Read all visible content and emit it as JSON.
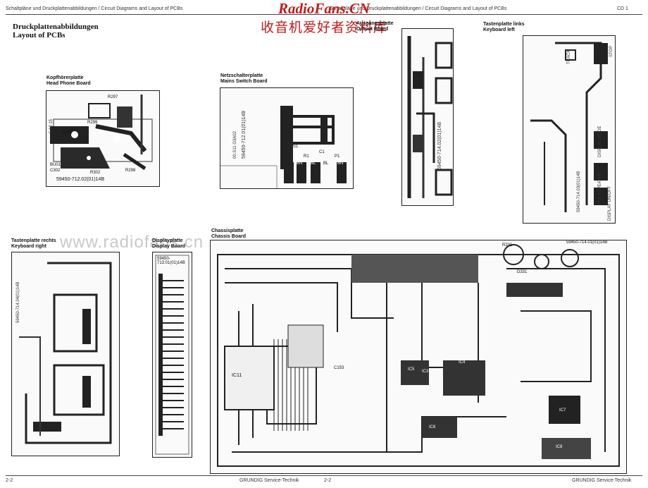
{
  "header": {
    "left": "Schaltpläne und Druckplattenabbildungen / Circuit Diagrams and Layout of PCBs",
    "mid": "Schaltpläne und Druckplattenabbildungen / Circuit Diagrams and Layout of PCBs",
    "right": "CD 1"
  },
  "watermark": {
    "title": "RadioFans.CN",
    "subtitle": "收音机爱好者资料库",
    "url": "www.radiofans.cn"
  },
  "page_title": {
    "line1": "Druckplattenabbildungen",
    "line2": "Layout of PCBs"
  },
  "boards": {
    "headphone": {
      "title_de": "Kopfhörerplatte",
      "title_en": "Head Phone Board",
      "part_no": "59450-712.02(01)14B",
      "labels": [
        "R297",
        "R298",
        "C301",
        "C302",
        "R302",
        "R299",
        "BU01"
      ]
    },
    "mains": {
      "title_de": "Netzschalterplatte",
      "title_en": "Mains Switch Board",
      "part_no": "59450-712.01(01)14B",
      "labels": [
        "S1",
        "C1",
        "P1",
        "R1",
        "BN",
        "BL",
        "BL",
        "BN"
      ]
    },
    "output": {
      "title_de": "Ausgangsplatte",
      "title_en": "Output Board",
      "part_no": "59450-714.02(01)14B"
    },
    "keyboard_left": {
      "title_de": "Tastenplatte links",
      "title_en": "Keyboard left",
      "part_no": "59450-714.03(01)14B",
      "labels": [
        "STOP",
        "TRACK",
        "DISPLAY MODE",
        "A/B",
        "REPEAT",
        "FTS",
        "DISPLAY ON/OFF"
      ]
    },
    "keyboard_right": {
      "title_de": "Tastenplatte rechts",
      "title_en": "Keyboard right",
      "part_no": "59450-714.04(01)14B"
    },
    "display": {
      "title_de": "Displayplatte",
      "title_en": "Display Board",
      "part_no": "59450-713.01(01)14B"
    },
    "chassis": {
      "title_de": "Chassisplatte",
      "title_en": "Chassis Board",
      "part_no": "59450-714.01(01)14B",
      "labels": [
        "IC11",
        "IC3",
        "IC4",
        "IC5",
        "IC6",
        "IC7",
        "IC8",
        "C153",
        "D331",
        "R331"
      ]
    }
  },
  "footer": {
    "left_page": "2-2",
    "left_brand": "GRUNDIG Service-Technik",
    "right_page": "2-2",
    "right_brand": "GRUNDIG Service-Technik"
  }
}
